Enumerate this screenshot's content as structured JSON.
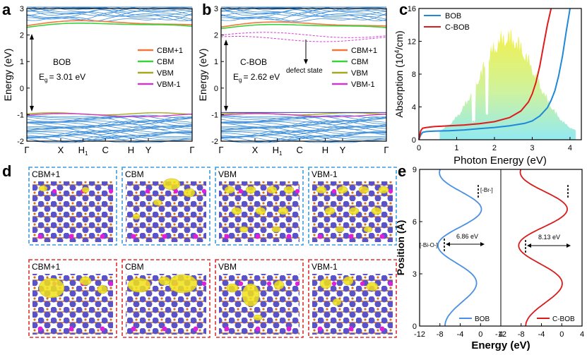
{
  "panel_labels": {
    "a": "a",
    "b": "b",
    "c": "c",
    "d": "d",
    "e": "e"
  },
  "panel_a": {
    "ylabel": "Energy (eV)",
    "yticks": [
      "-2",
      "-1",
      "0",
      "1",
      "2",
      "3"
    ],
    "xticks": [
      "Γ",
      "X",
      "H",
      "C",
      "H",
      "Y",
      "Γ"
    ],
    "h_sub": "1",
    "material": "BOB",
    "gap_label": "E",
    "gap_sub": "g",
    "gap_value": "= 3.01 eV",
    "legend": [
      "CBM+1",
      "CBM",
      "VBM",
      "VBM-1"
    ]
  },
  "panel_b": {
    "ylabel": "Energy (eV)",
    "yticks": [
      "-2",
      "-1",
      "0",
      "1",
      "2",
      "3"
    ],
    "xticks": [
      "Γ",
      "X",
      "H",
      "C",
      "H",
      "Y",
      "Γ"
    ],
    "h_sub": "1",
    "material": "C-BOB",
    "gap_label": "E",
    "gap_sub": "g",
    "gap_value": "= 2.62 eV",
    "annotation": "defect state",
    "legend": [
      "CBM+1",
      "CBM",
      "VBM",
      "VBM-1"
    ]
  },
  "panel_d": {
    "top_titles": [
      "CBM+1",
      "CBM",
      "VBM",
      "VBM-1"
    ],
    "bottom_titles": [
      "CBM+1",
      "CBM",
      "VBM",
      "VBM-1"
    ]
  },
  "chart_data": [
    {
      "type": "line",
      "panel": "c",
      "xlabel": "Photon Energy (eV)",
      "ylabel_prefix": "Absorption  (10",
      "ylabel_sup": "4",
      "ylabel_suffix": "/cm)",
      "xlim": [
        0,
        4.3
      ],
      "ylim": [
        0,
        16
      ],
      "xticks": [
        "0",
        "1",
        "2",
        "3",
        "4"
      ],
      "yticks": [
        "0",
        "4",
        "8",
        "12",
        "16"
      ],
      "legend_position": "top-left",
      "series": [
        {
          "name": "BOB",
          "color": "#1e88d9",
          "x": [
            0,
            0.05,
            0.1,
            0.2,
            0.4,
            0.8,
            1.2,
            1.6,
            2.0,
            2.4,
            2.8,
            3.0,
            3.2,
            3.4,
            3.5,
            3.6,
            3.7,
            3.8,
            3.9,
            4.0
          ],
          "y": [
            0,
            0.6,
            0.9,
            1.0,
            1.05,
            1.1,
            1.2,
            1.35,
            1.5,
            1.7,
            2.0,
            2.3,
            2.9,
            3.9,
            4.8,
            6.0,
            7.8,
            10.2,
            13.2,
            16
          ]
        },
        {
          "name": "C-BOB",
          "color": "#e01b1b",
          "x": [
            0,
            0.05,
            0.1,
            0.2,
            0.4,
            0.8,
            1.2,
            1.6,
            2.0,
            2.4,
            2.7,
            2.9,
            3.0,
            3.1,
            3.2,
            3.3,
            3.4,
            3.5
          ],
          "y": [
            0,
            1.1,
            1.4,
            1.5,
            1.6,
            1.7,
            1.8,
            1.95,
            2.2,
            2.7,
            3.5,
            4.6,
            5.6,
            7.0,
            9.0,
            11.5,
            14.0,
            16
          ]
        }
      ]
    },
    {
      "type": "line",
      "panel": "e",
      "xlabel": "Energy (eV)",
      "ylabel": "Position (Å)",
      "xticks": [
        "-12",
        "-8",
        "-4",
        "0",
        "4",
        "-12",
        "-8",
        "-4",
        "0",
        "4"
      ],
      "yticks": [
        "0",
        "3",
        "6",
        "9"
      ],
      "ylim": [
        0,
        9
      ],
      "series": [
        {
          "name": "BOB",
          "color": "#4a90e2",
          "annotation": "6.86 eV",
          "tag_low": "[-Bi-O-]",
          "tag_high": "[-Br-]"
        },
        {
          "name": "C-BOB",
          "color": "#d81b1b",
          "annotation": "8.13 eV"
        }
      ]
    }
  ]
}
